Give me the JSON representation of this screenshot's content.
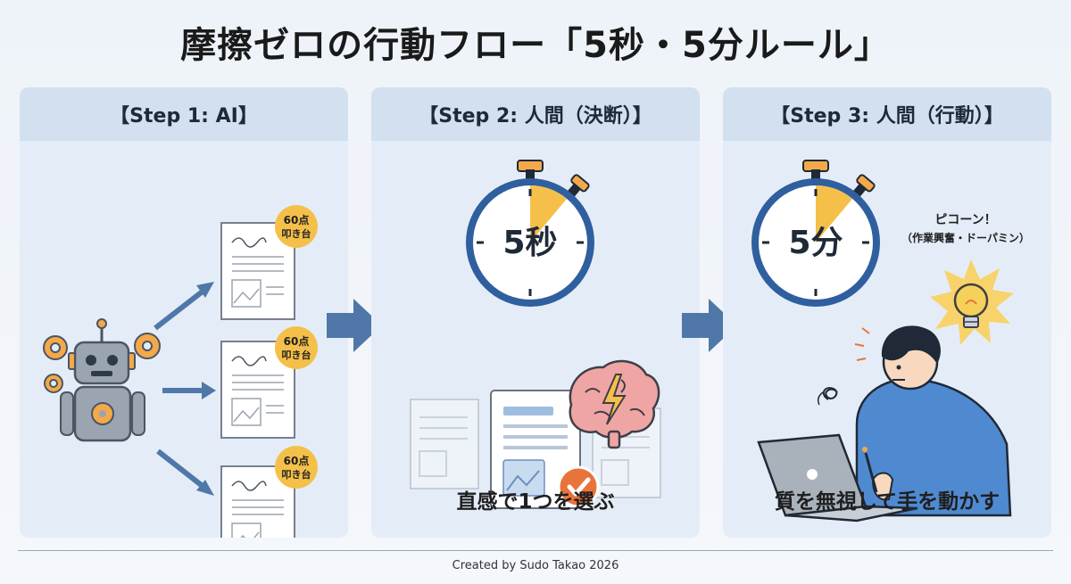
{
  "title": "摩擦ゼロの行動フロー「5秒・5分ルール」",
  "steps": [
    {
      "header": "【Step 1: AI】",
      "doc_badge_line1": "60点",
      "doc_badge_line2": "叩き台"
    },
    {
      "header": "【Step 2: 人間（決断）】",
      "timer_label": "5秒",
      "bottom_label": "直感で1つを選ぶ"
    },
    {
      "header": "【Step 3: 人間（行動）】",
      "timer_label": "5分",
      "exclaim_line1": "ピコーン！",
      "exclaim_line2": "（作業興奮・ドーパミン）",
      "bottom_label": "質を無視して手を動かす"
    }
  ],
  "footer": "Created by Sudo Takao 2026",
  "colors": {
    "background": "#eef3f9",
    "panel": "#e4edf7",
    "panel_header": "#d2e0ef",
    "arrow": "#4f78a8",
    "badge": "#f4c04a",
    "check": "#e8743b"
  }
}
